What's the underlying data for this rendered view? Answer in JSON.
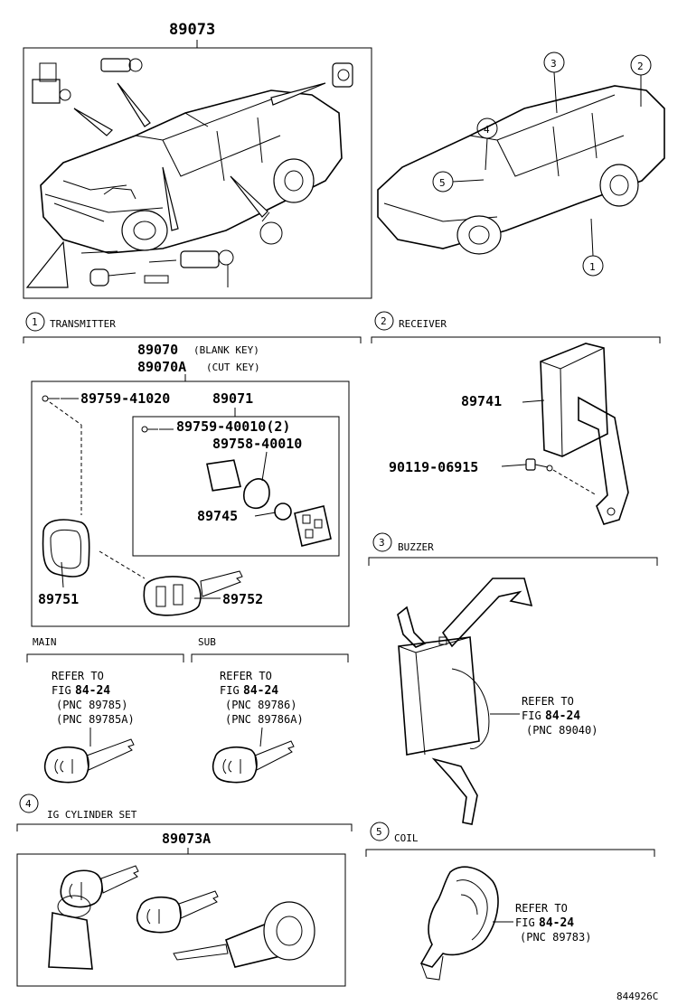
{
  "top": {
    "assembly_number": "89073",
    "callouts": [
      "3",
      "2",
      "4",
      "5",
      "1"
    ]
  },
  "sections": {
    "transmitter": {
      "index": "1",
      "title": "TRANSMITTER",
      "part_blank": "89070",
      "part_blank_note": "(BLANK KEY)",
      "part_cut": "89070A",
      "part_cut_note": "(CUT KEY)",
      "screw": "89759-41020",
      "case_assy": "89071",
      "screw2": "89759-40010(2)",
      "gasket": "89758-40010",
      "battery": "89745",
      "cover": "89751",
      "key": "89752"
    },
    "main": {
      "title": "MAIN",
      "ref_line1": "REFER TO",
      "ref_fig_prefix": "FIG",
      "ref_fig": "84-24",
      "pnc1": "(PNC 89785)",
      "pnc2": "(PNC 89785A)"
    },
    "sub": {
      "title": "SUB",
      "ref_line1": "REFER TO",
      "ref_fig_prefix": "FIG",
      "ref_fig": "84-24",
      "pnc1": "(PNC 89786)",
      "pnc2": "(PNC 89786A)"
    },
    "ig_cylinder": {
      "index": "4",
      "title": "IG CYLINDER SET",
      "part": "89073A"
    },
    "receiver": {
      "index": "2",
      "title": "RECEIVER",
      "part": "89741",
      "bolt": "90119-06915"
    },
    "buzzer": {
      "index": "3",
      "title": "BUZZER",
      "ref_line1": "REFER TO",
      "ref_fig_prefix": "FIG",
      "ref_fig": "84-24",
      "pnc": "(PNC 89040)"
    },
    "coil": {
      "index": "5",
      "title": "COIL",
      "ref_line1": "REFER TO",
      "ref_fig_prefix": "FIG",
      "ref_fig": "84-24",
      "pnc": "(PNC 89783)"
    }
  },
  "footer": {
    "drawing_code": "844926C"
  }
}
